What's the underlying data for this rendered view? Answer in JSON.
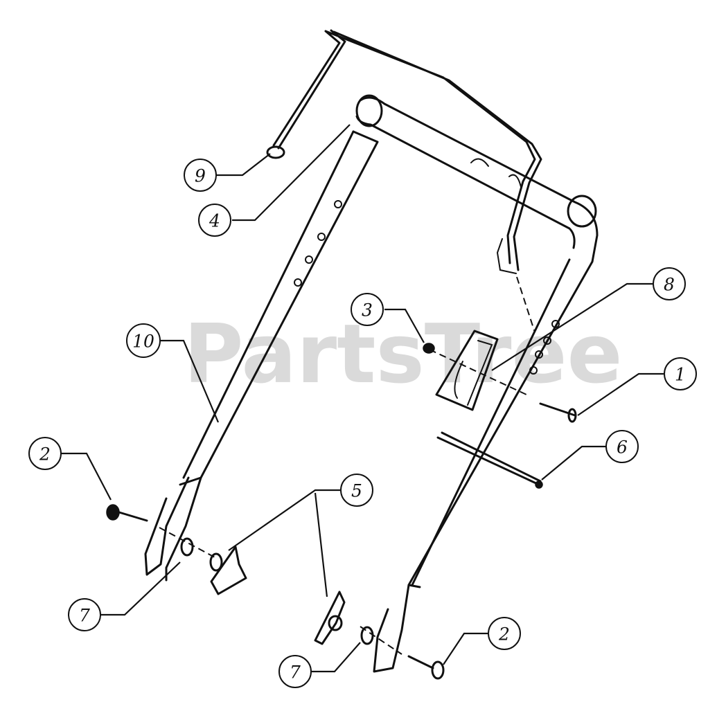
{
  "watermark": "PartsTree",
  "callouts": [
    {
      "id": "c9",
      "label": "9"
    },
    {
      "id": "c4",
      "label": "4"
    },
    {
      "id": "c3",
      "label": "3"
    },
    {
      "id": "c8",
      "label": "8"
    },
    {
      "id": "c10",
      "label": "10"
    },
    {
      "id": "c1",
      "label": "1"
    },
    {
      "id": "c6",
      "label": "6"
    },
    {
      "id": "c2a",
      "label": "2"
    },
    {
      "id": "c5",
      "label": "5"
    },
    {
      "id": "c7a",
      "label": "7"
    },
    {
      "id": "c2b",
      "label": "2"
    },
    {
      "id": "c7b",
      "label": "7"
    }
  ]
}
